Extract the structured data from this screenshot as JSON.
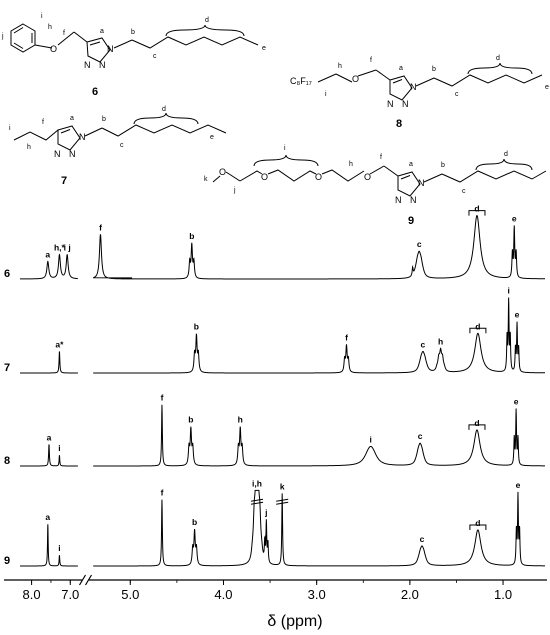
{
  "structures": [
    {
      "id": "6",
      "atoms": {
        "n1": "N",
        "n2": "N",
        "n3": "N",
        "o": "O"
      },
      "labels": {
        "a": "a",
        "b": "b",
        "c": "c",
        "d": "d",
        "e": "e",
        "f": "f",
        "h": "h",
        "i": "i",
        "j": "j"
      }
    },
    {
      "id": "7",
      "atoms": {
        "n1": "N",
        "n2": "N",
        "n3": "N"
      },
      "labels": {
        "a": "a",
        "b": "b",
        "c": "c",
        "d": "d",
        "e": "e",
        "f": "f",
        "h": "h",
        "i": "i"
      }
    },
    {
      "id": "8",
      "atoms": {
        "n1": "N",
        "n2": "N",
        "n3": "N",
        "o": "O",
        "rf": "C₈F₁₇"
      },
      "labels": {
        "a": "a",
        "b": "b",
        "c": "c",
        "d": "d",
        "e": "e",
        "f": "f",
        "h": "h",
        "i": "i"
      }
    },
    {
      "id": "9",
      "atoms": {
        "n1": "N",
        "n2": "N",
        "n3": "N",
        "o1": "O",
        "o2": "O",
        "o3": "O",
        "o4": "O",
        "o5": "O"
      },
      "labels": {
        "a": "a",
        "b": "b",
        "c": "c",
        "d": "d",
        "e": "e",
        "f": "f",
        "h": "h",
        "i": "i",
        "j": "j",
        "k": "k"
      }
    }
  ],
  "chart_data": {
    "type": "line",
    "xlabel": "δ (ppm)",
    "x_reversed": true,
    "axis_break": true,
    "left_panel_xlim": [
      8.3,
      6.8
    ],
    "right_panel_xlim": [
      5.4,
      0.55
    ],
    "left_ticks": [
      {
        "v": 8.0,
        "label": "8.0"
      },
      {
        "v": 7.0,
        "label": "7.0"
      }
    ],
    "right_ticks": [
      {
        "v": 5.0,
        "label": "5.0"
      },
      {
        "v": 4.0,
        "label": "4.0"
      },
      {
        "v": 3.0,
        "label": "3.0"
      },
      {
        "v": 2.0,
        "label": "2.0"
      },
      {
        "v": 1.0,
        "label": "1.0"
      }
    ],
    "series": [
      {
        "name": "6",
        "peaks": [
          {
            "x": 7.58,
            "h": 0.24,
            "w": 0.03,
            "label": "a"
          },
          {
            "x": 7.28,
            "h": 0.33,
            "w": 0.03,
            "label": "h,*"
          },
          {
            "x": 7.08,
            "h": 0.33,
            "w": 0.03,
            "label": "i j"
          },
          {
            "x": 5.32,
            "h": 0.62,
            "w": 0.013,
            "label": "f"
          },
          {
            "x": 4.34,
            "h": 0.45,
            "w": 0.008,
            "label": "b",
            "mult": 3,
            "j": 0.022
          },
          {
            "x": 1.97,
            "h": 0.11,
            "w": 0.006
          },
          {
            "x": 1.9,
            "h": 0.22,
            "w": 0.02,
            "label": "c",
            "mult": 5,
            "j": 0.02
          },
          {
            "x": 1.28,
            "h": 0.88,
            "w": 0.04,
            "label": "d"
          },
          {
            "x": 0.88,
            "h": 0.68,
            "w": 0.006,
            "label": "e",
            "mult": 3,
            "j": 0.02
          }
        ]
      },
      {
        "name": "7",
        "peaks": [
          {
            "x": 7.28,
            "h": 0.3,
            "w": 0.012,
            "label": "a*"
          },
          {
            "x": 4.29,
            "h": 0.48,
            "w": 0.008,
            "label": "b",
            "mult": 3,
            "j": 0.02
          },
          {
            "x": 2.68,
            "h": 0.35,
            "w": 0.008,
            "label": "f",
            "mult": 3,
            "j": 0.02
          },
          {
            "x": 1.86,
            "h": 0.17,
            "w": 0.02,
            "label": "c",
            "mult": 5,
            "j": 0.02
          },
          {
            "x": 1.67,
            "h": 0.24,
            "w": 0.012,
            "label": "h",
            "mult": 5,
            "j": 0.02
          },
          {
            "x": 1.27,
            "h": 0.55,
            "w": 0.04,
            "label": "d"
          },
          {
            "x": 0.94,
            "h": 0.96,
            "w": 0.005,
            "label": "i",
            "mult": 3,
            "j": 0.017
          },
          {
            "x": 0.85,
            "h": 0.65,
            "w": 0.005,
            "label": "e",
            "mult": 3,
            "j": 0.017
          }
        ]
      },
      {
        "name": "8",
        "peaks": [
          {
            "x": 7.55,
            "h": 0.3,
            "w": 0.012,
            "label": "a"
          },
          {
            "x": 7.28,
            "h": 0.15,
            "w": 0.01,
            "label": "i"
          },
          {
            "x": 4.66,
            "h": 0.85,
            "w": 0.005,
            "label": "f"
          },
          {
            "x": 4.35,
            "h": 0.48,
            "w": 0.008,
            "label": "b",
            "mult": 3,
            "j": 0.02
          },
          {
            "x": 3.82,
            "h": 0.48,
            "w": 0.008,
            "label": "h",
            "mult": 3,
            "j": 0.02
          },
          {
            "x": 2.42,
            "h": 0.1,
            "w": 0.05,
            "label": "i",
            "mult": 7,
            "j": 0.02
          },
          {
            "x": 1.89,
            "h": 0.18,
            "w": 0.02,
            "label": "c",
            "mult": 5,
            "j": 0.02
          },
          {
            "x": 1.28,
            "h": 0.5,
            "w": 0.04,
            "label": "d"
          },
          {
            "x": 0.86,
            "h": 0.75,
            "w": 0.005,
            "label": "e",
            "mult": 3,
            "j": 0.02
          }
        ]
      },
      {
        "name": "9",
        "peaks": [
          {
            "x": 7.58,
            "h": 0.58,
            "w": 0.01,
            "label": "a"
          },
          {
            "x": 7.28,
            "h": 0.15,
            "w": 0.01,
            "label": "i"
          },
          {
            "x": 4.66,
            "h": 0.92,
            "w": 0.005,
            "label": "f"
          },
          {
            "x": 4.31,
            "h": 0.45,
            "w": 0.008,
            "label": "b",
            "mult": 3,
            "j": 0.02
          },
          {
            "x": 3.64,
            "h": 1.0,
            "w": 0.012,
            "label": "i,h",
            "mult": 6,
            "j": 0.02
          },
          {
            "x": 3.54,
            "h": 0.55,
            "w": 0.005,
            "label": "j",
            "mult": 3,
            "j": 0.017
          },
          {
            "x": 3.37,
            "h": 1.0,
            "w": 0.005,
            "label": "k"
          },
          {
            "x": 1.87,
            "h": 0.16,
            "w": 0.02,
            "label": "c",
            "mult": 5,
            "j": 0.02
          },
          {
            "x": 1.27,
            "h": 0.5,
            "w": 0.04,
            "label": "d"
          },
          {
            "x": 0.84,
            "h": 0.95,
            "w": 0.005,
            "label": "e",
            "mult": 3,
            "j": 0.017
          }
        ]
      }
    ]
  }
}
